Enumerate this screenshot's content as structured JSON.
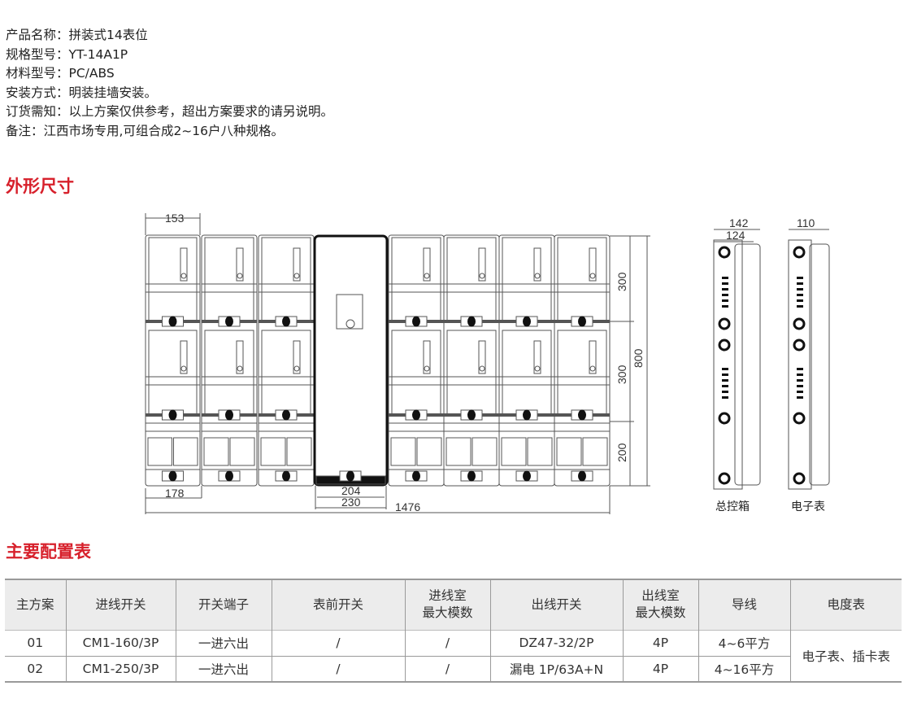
{
  "info": [
    {
      "label": "产品名称：",
      "value": "拼装式14表位"
    },
    {
      "label": "规格型号：",
      "value": "YT-14A1P"
    },
    {
      "label": "材料型号：",
      "value": "PC/ABS"
    },
    {
      "label": "安装方式：",
      "value": "明装挂墙安装。"
    },
    {
      "label": "订货需知：",
      "value": "以上方案仅供参考，超出方案要求的请另说明。"
    },
    {
      "label": "备注：",
      "value": "江西市场专用,可组合成2~16户八种规格。"
    }
  ],
  "sections": {
    "dimensions": "外形尺寸",
    "config": "主要配置表"
  },
  "drawing": {
    "dims": {
      "module_width": "153",
      "module_pitch": "178",
      "center_inner": "204",
      "center_outer": "230",
      "total_width": "1476",
      "row1_height": "300",
      "row2_height": "300",
      "bottom_height": "200",
      "total_height": "800",
      "side_main_depth": "142",
      "side_main_inner": "124",
      "side_meter_depth": "110"
    },
    "captions": {
      "main_box": "总控箱",
      "meter_box": "电子表"
    }
  },
  "table": {
    "headers": [
      "主方案",
      "进线开关",
      "开关端子",
      "表前开关",
      [
        "进线室",
        "最大模数"
      ],
      "出线开关",
      [
        "出线室",
        "最大模数"
      ],
      "导线",
      "电度表"
    ],
    "rows": [
      [
        "01",
        "CM1-160/3P",
        "一进六出",
        "/",
        "/",
        "DZ47-32/2P",
        "4P",
        "4~6平方"
      ],
      [
        "02",
        "CM1-250/3P",
        "一进六出",
        "/",
        "/",
        "漏电 1P/63A+N",
        "4P",
        "4~16平方"
      ]
    ],
    "meter_merged": "电子表、插卡表"
  },
  "colors": {
    "accent": "#d7202b",
    "line": "#555555"
  }
}
